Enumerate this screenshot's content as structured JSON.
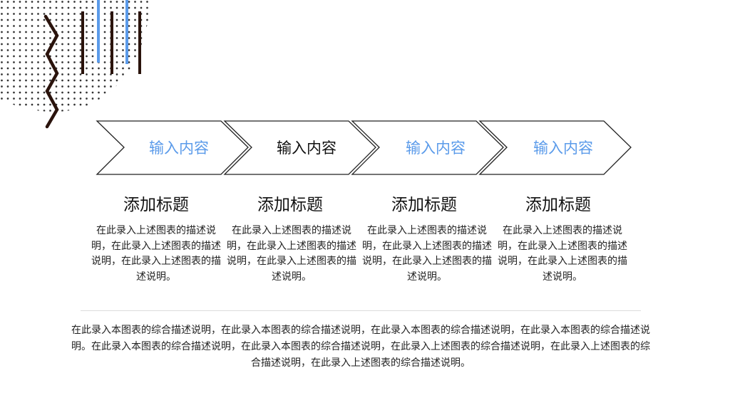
{
  "colors": {
    "accent": "#5b9bea",
    "dark_line": "#2a130c",
    "text": "#111111",
    "dots": "#333333"
  },
  "steps": [
    {
      "arrow_label": "输入内容",
      "arrow_label_color": "#5b9bea",
      "title": "添加标题",
      "description": "在此录入上述图表的描述说明，在此录入上述图表的描述说明，在此录入上述图表的描述说明。"
    },
    {
      "arrow_label": "输入内容",
      "arrow_label_color": "#111111",
      "title": "添加标题",
      "description": "在此录入上述图表的描述说明，在此录入上述图表的描述说明，在此录入上述图表的描述说明。"
    },
    {
      "arrow_label": "输入内容",
      "arrow_label_color": "#5b9bea",
      "title": "添加标题",
      "description": "在此录入上述图表的描述说明，在此录入上述图表的描述说明，在此录入上述图表的描述说明。"
    },
    {
      "arrow_label": "输入内容",
      "arrow_label_color": "#5b9bea",
      "title": "添加标题",
      "description": "在此录入上述图表的描述说明，在此录入上述图表的描述说明，在此录入上述图表的描述说明。"
    }
  ],
  "summary": "在此录入本图表的综合描述说明，在此录入本图表的综合描述说明，在此录入本图表的综合描述说明，在此录入本图表的综合描述说明。在此录入本图表的综合描述说明，在此录入本图表的综合描述说明，在此录入上述图表的综合描述说明，在此录入上述图表的综合描述说明，在此录入上述图表的综合描述说明。"
}
